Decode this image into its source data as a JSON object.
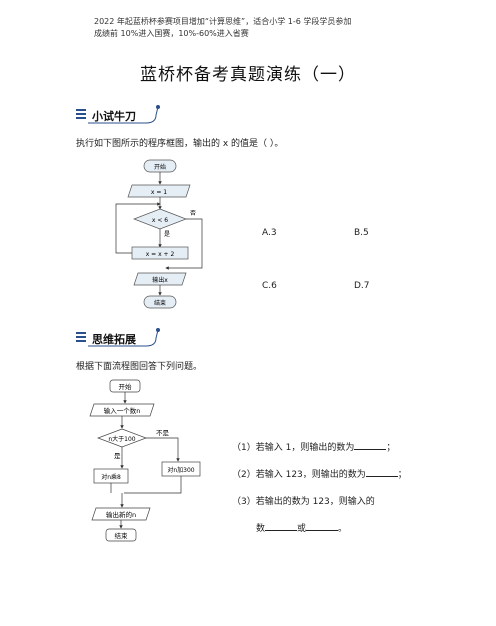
{
  "intro": {
    "line1": "2022 年起蓝桥杯参赛项目增加“计算思维”，适合小学 1-6 学段学员参加",
    "line2": "成绩前 10%进入国赛，10%-60%进入省赛"
  },
  "title": "蓝桥杯备考真题演练（一）",
  "section1": {
    "heading": "小试牛刀",
    "question": "执行如下图所示的程序框图，输出的 x 的值是（    ）。",
    "flow": {
      "start": "开始",
      "assign": "x = 1",
      "cond": "x < 6",
      "no": "否",
      "yes": "是",
      "update": "x = x + 2",
      "output": "输出x",
      "end": "结束"
    },
    "options": {
      "a": "A.3",
      "b": "B.5",
      "c": "C.6",
      "d": "D.7"
    }
  },
  "section2": {
    "heading": "思维拓展",
    "question": "根据下面流程图回答下列问题。",
    "flow": {
      "start": "开始",
      "input": "输入一个数n",
      "cond": "n大于100",
      "no": "不是",
      "yes": "是",
      "left": "对n乘8",
      "right": "对n加300",
      "output": "输出新的n",
      "end": "结束"
    },
    "q1_pre": "（1）若输入 1，则输出的数为",
    "q1_post": "；",
    "q2_pre": "（2）若输入 123，则输出的数为",
    "q2_post": "；",
    "q3_line1": "（3）若输出的数为 123，则输入的",
    "q3_pre": "数",
    "q3_mid": "或",
    "q3_post": "。"
  }
}
